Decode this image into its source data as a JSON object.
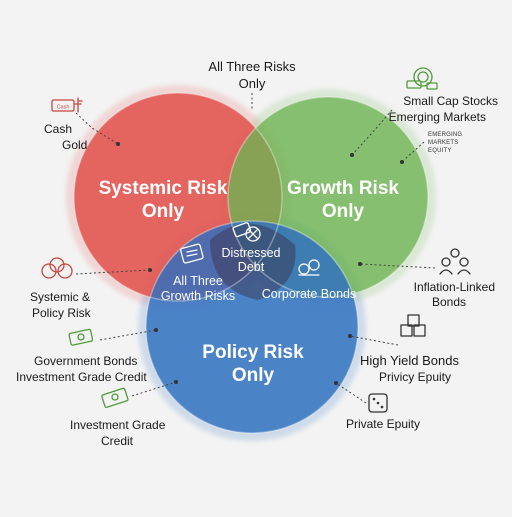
{
  "diagram": {
    "top_label": [
      "All Three Risks",
      "Only"
    ],
    "circles": {
      "systemic": {
        "label": [
          "Systemic Risk",
          "Only"
        ],
        "color": "#e2544f"
      },
      "growth": {
        "label": [
          "Growth Risk",
          "Only"
        ],
        "color": "#6db352"
      },
      "policy": {
        "label": [
          "Policy Risk",
          "Only"
        ],
        "color": "#2e6fbf"
      }
    },
    "center_label": [
      "Distressed",
      "Debt"
    ],
    "systemic_growth_label": [
      "All Three",
      "Growth Risks"
    ],
    "growth_policy_label": "Corporate Bonds"
  },
  "callouts": {
    "cash_gold": [
      "Cash",
      "Gold"
    ],
    "cash_icon_text": "Cash",
    "small_cap": [
      "Small Cap Stocks",
      "Emerging Markets"
    ],
    "emerging_equity": [
      "EMERGING",
      "MARKETS",
      "EQUITY"
    ],
    "systemic_policy": [
      "Systemic &",
      "Policy Risk"
    ],
    "inflation_linked": [
      "Inflation-Linked",
      "Bonds"
    ],
    "gov_bonds": [
      "Government Bonds",
      "Investment Grade Credit"
    ],
    "high_yield": [
      "High Yield Bonds",
      "Privicy Epuity"
    ],
    "investment_grade": [
      "Investment Grade",
      "Credit"
    ],
    "private_equity": "Private Epuity"
  },
  "icons": [
    "cash-gold-icon",
    "money-stack-icon",
    "dollar-bills-icon",
    "banknote-icon",
    "coins-growth-icon",
    "people-icon",
    "cubes-icon",
    "dice-icon",
    "briefcase-icon",
    "rope-knot-icon",
    "bond-certificate-icon"
  ]
}
